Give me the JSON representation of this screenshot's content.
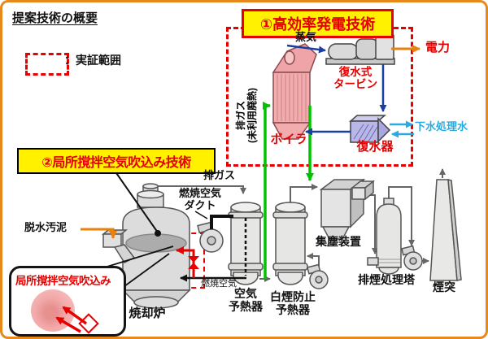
{
  "colors": {
    "frame_orange": "#E8871A",
    "accent_red": "#E60000",
    "box_yellow": "#FFF100",
    "flow_green": "#00C300",
    "steam_blue": "#1B3FA0",
    "water_cyan": "#29ABE2",
    "power_orange": "#E8820C",
    "boiler_pink": "#F2ACAE",
    "condenser_purple": "#B9B7E6"
  },
  "title": "提案技術の概要",
  "legend": {
    "label": "：実証範囲"
  },
  "tech_boxes": {
    "box1_label": "①高効率発電技術",
    "box2_label": "②局所撹拌空気吹込み技術"
  },
  "power_island": {
    "steam": "蒸気",
    "turbine": "復水式\nタービン",
    "power": "電力",
    "boiler": "ボイラ",
    "condenser": "復水器",
    "treated_water": "下水処理水",
    "exhaust_heat": "排ガス\n(未利用廃熱)"
  },
  "flue_line": {
    "exhaust_gas": "排ガス",
    "dust_collector": "集塵装置",
    "tower": "排煙処理塔",
    "stack": "煙突"
  },
  "incinerator_area": {
    "sludge": "脱水汚泥",
    "incinerator": "焼却炉",
    "duct": "燃焼空気\nダクト",
    "combustion_air": "燃焼空気",
    "air_preheater": "空気\n予熱器",
    "white_smoke_preheater": "白煙防止\n予熱器",
    "callout": "局所撹拌空気吹込み"
  }
}
